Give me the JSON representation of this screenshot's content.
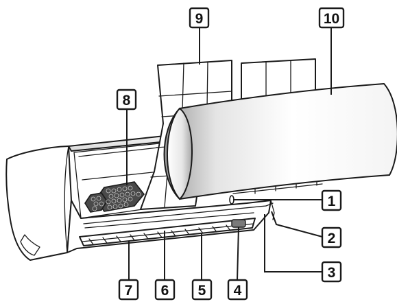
{
  "figure": {
    "subject": "wall-mounted air conditioner indoor unit with front panel raised",
    "colors": {
      "outline": "#1a1a1a",
      "background": "#ffffff",
      "shade_dark": "#b8b8b8",
      "shade_light": "#ffffff",
      "deodorizing_filter": "#555555"
    }
  },
  "callouts": [
    {
      "id": "c1",
      "label": "1"
    },
    {
      "id": "c2",
      "label": "2"
    },
    {
      "id": "c3",
      "label": "3"
    },
    {
      "id": "c4",
      "label": "4"
    },
    {
      "id": "c5",
      "label": "5"
    },
    {
      "id": "c6",
      "label": "6"
    },
    {
      "id": "c7",
      "label": "7"
    },
    {
      "id": "c8",
      "label": "8"
    },
    {
      "id": "c9",
      "label": "9"
    },
    {
      "id": "c10",
      "label": "10"
    }
  ]
}
